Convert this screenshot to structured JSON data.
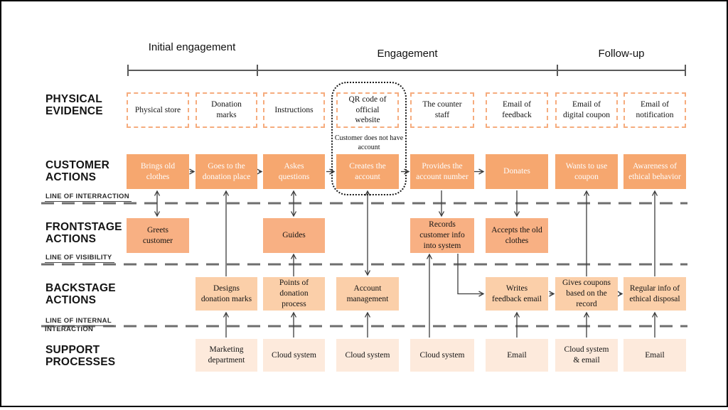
{
  "phases": {
    "initial": "Initial engagement",
    "engagement": "Engagement",
    "followup": "Follow-up"
  },
  "row_labels": {
    "physical_evidence": "PHYSICAL EVIDENCE",
    "customer_actions": "CUSTOMER ACTIONS",
    "frontstage_actions": "FRONTSTAGE ACTIONS",
    "backstage_actions": "BACKSTAGE ACTIONS",
    "support_processes": "SUPPORT PROCESSES"
  },
  "separators": {
    "interaction": "LINE OF INTERRACTION",
    "visibility": "LINE OF VISIBILITY",
    "internal_line1": "LINE OF  INTERNAL",
    "internal_line2": "INTERACTION"
  },
  "annotation": {
    "no_account_note": "Customer does not have account"
  },
  "physical_evidence": [
    "Physical store",
    "Donation marks",
    "Instructions",
    "QR code of official website",
    "The counter staff",
    "Email of feedback",
    "Email of digital coupon",
    "Email of notification"
  ],
  "customer_actions": [
    "Brings old clothes",
    "Goes to the donation place",
    "Askes questions",
    "Creates the account",
    "Provides the account number",
    "Donates",
    "Wants to use coupon",
    "Awareness of ethical behavior"
  ],
  "frontstage_actions": [
    "Greets customer",
    "Guides",
    "Records customer info into system",
    "Accepts the old clothes"
  ],
  "backstage_actions": [
    "Designs donation marks",
    "Points of donation process",
    "Account management",
    "Writes feedback email",
    "Gives coupons based on the record",
    "Regular info of ethical disposal"
  ],
  "support_processes": [
    "Marketing department",
    "Cloud system",
    "Cloud system",
    "Cloud system",
    "Email",
    "Cloud system & email",
    "Email"
  ],
  "colors": {
    "customer_box": "#F6A76F",
    "frontstage_box": "#F8B083",
    "backstage_box": "#FBCFA9",
    "support_box": "#FDEADC",
    "evidence_border": "#F6AC7E",
    "separator_gray": "#6E6E6E",
    "connector": "#3C3C3C"
  }
}
